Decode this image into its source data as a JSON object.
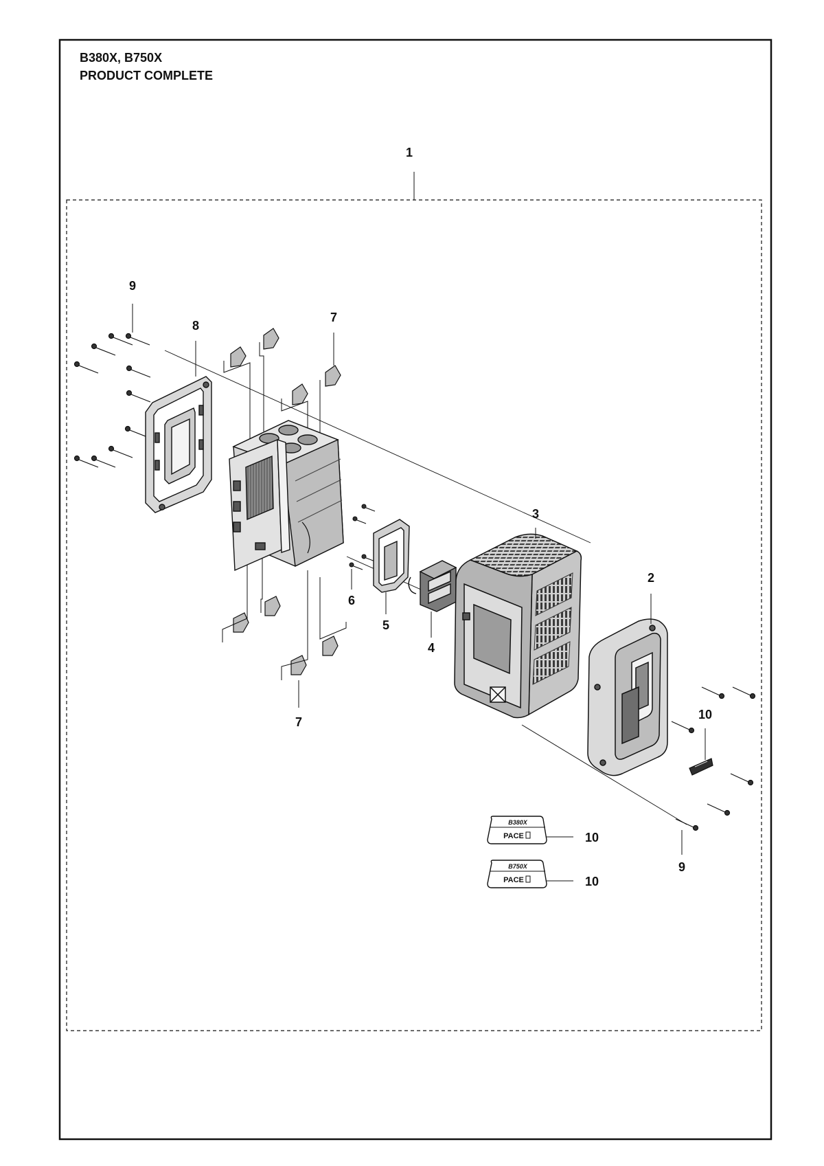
{
  "header": {
    "line1": "B380X, B750X",
    "line2": "PRODUCT COMPLETE"
  },
  "callouts": {
    "assembly": "1",
    "end_cover": "2",
    "housing": "3",
    "connector": "4",
    "frame": "5",
    "screw_small": "6",
    "corner_pad_top": "7",
    "corner_pad_bottom": "7",
    "back_frame": "8",
    "screw_left": "9",
    "screw_right": "9",
    "badge_on_part": "10",
    "badge_b380x": "10",
    "badge_b750x": "10"
  },
  "badges": [
    {
      "model": "B380X",
      "brand": "PACE"
    },
    {
      "model": "B750X",
      "brand": "PACE"
    }
  ],
  "colors": {
    "line": "#111111",
    "shade_dark": "#6f6f6f",
    "shade_mid": "#a8a8a8",
    "shade_light": "#d9d9d9"
  }
}
